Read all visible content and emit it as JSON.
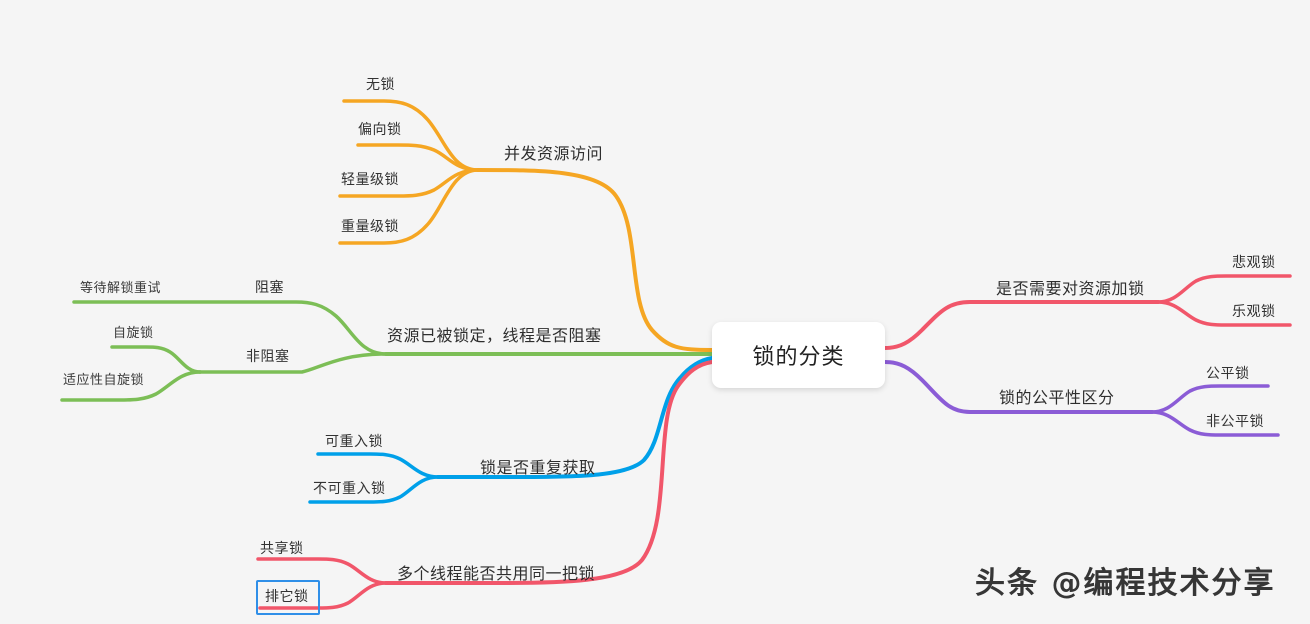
{
  "background_color": "#f5f5f5",
  "central": {
    "label": "锁的分类",
    "box_color": "#ffffff",
    "text_color": "#222222"
  },
  "watermark": {
    "text": "头条 @编程技术分享"
  },
  "selection": {
    "target_label": "排它锁",
    "border_color": "#2f8fe8"
  },
  "branches": [
    {
      "id": "concurrent-access",
      "label": "并发资源访问",
      "color": "#f5a623",
      "side": "left",
      "children": [
        {
          "label": "无锁"
        },
        {
          "label": "偏向锁"
        },
        {
          "label": "轻量级锁"
        },
        {
          "label": "重量级锁"
        }
      ]
    },
    {
      "id": "thread-blocking",
      "label": "资源已被锁定，线程是否阻塞",
      "color": "#7cbe56",
      "side": "left",
      "children": [
        {
          "label": "阻塞",
          "children": [
            {
              "label": "等待解锁重试"
            }
          ]
        },
        {
          "label": "非阻塞",
          "children": [
            {
              "label": "自旋锁"
            },
            {
              "label": "适应性自旋锁"
            }
          ]
        }
      ]
    },
    {
      "id": "reentrant",
      "label": "锁是否重复获取",
      "color": "#00a0e9",
      "side": "left",
      "children": [
        {
          "label": "可重入锁"
        },
        {
          "label": "不可重入锁"
        }
      ]
    },
    {
      "id": "shared-exclusive",
      "label": "多个线程能否共用同一把锁",
      "color": "#f1566a",
      "side": "left",
      "children": [
        {
          "label": "共享锁"
        },
        {
          "label": "排它锁"
        }
      ]
    },
    {
      "id": "need-lock",
      "label": "是否需要对资源加锁",
      "color": "#f1566a",
      "side": "right",
      "children": [
        {
          "label": "悲观锁"
        },
        {
          "label": "乐观锁"
        }
      ]
    },
    {
      "id": "fairness",
      "label": "锁的公平性区分",
      "color": "#8b5cd6",
      "side": "right",
      "children": [
        {
          "label": "公平锁"
        },
        {
          "label": "非公平锁"
        }
      ]
    }
  ]
}
